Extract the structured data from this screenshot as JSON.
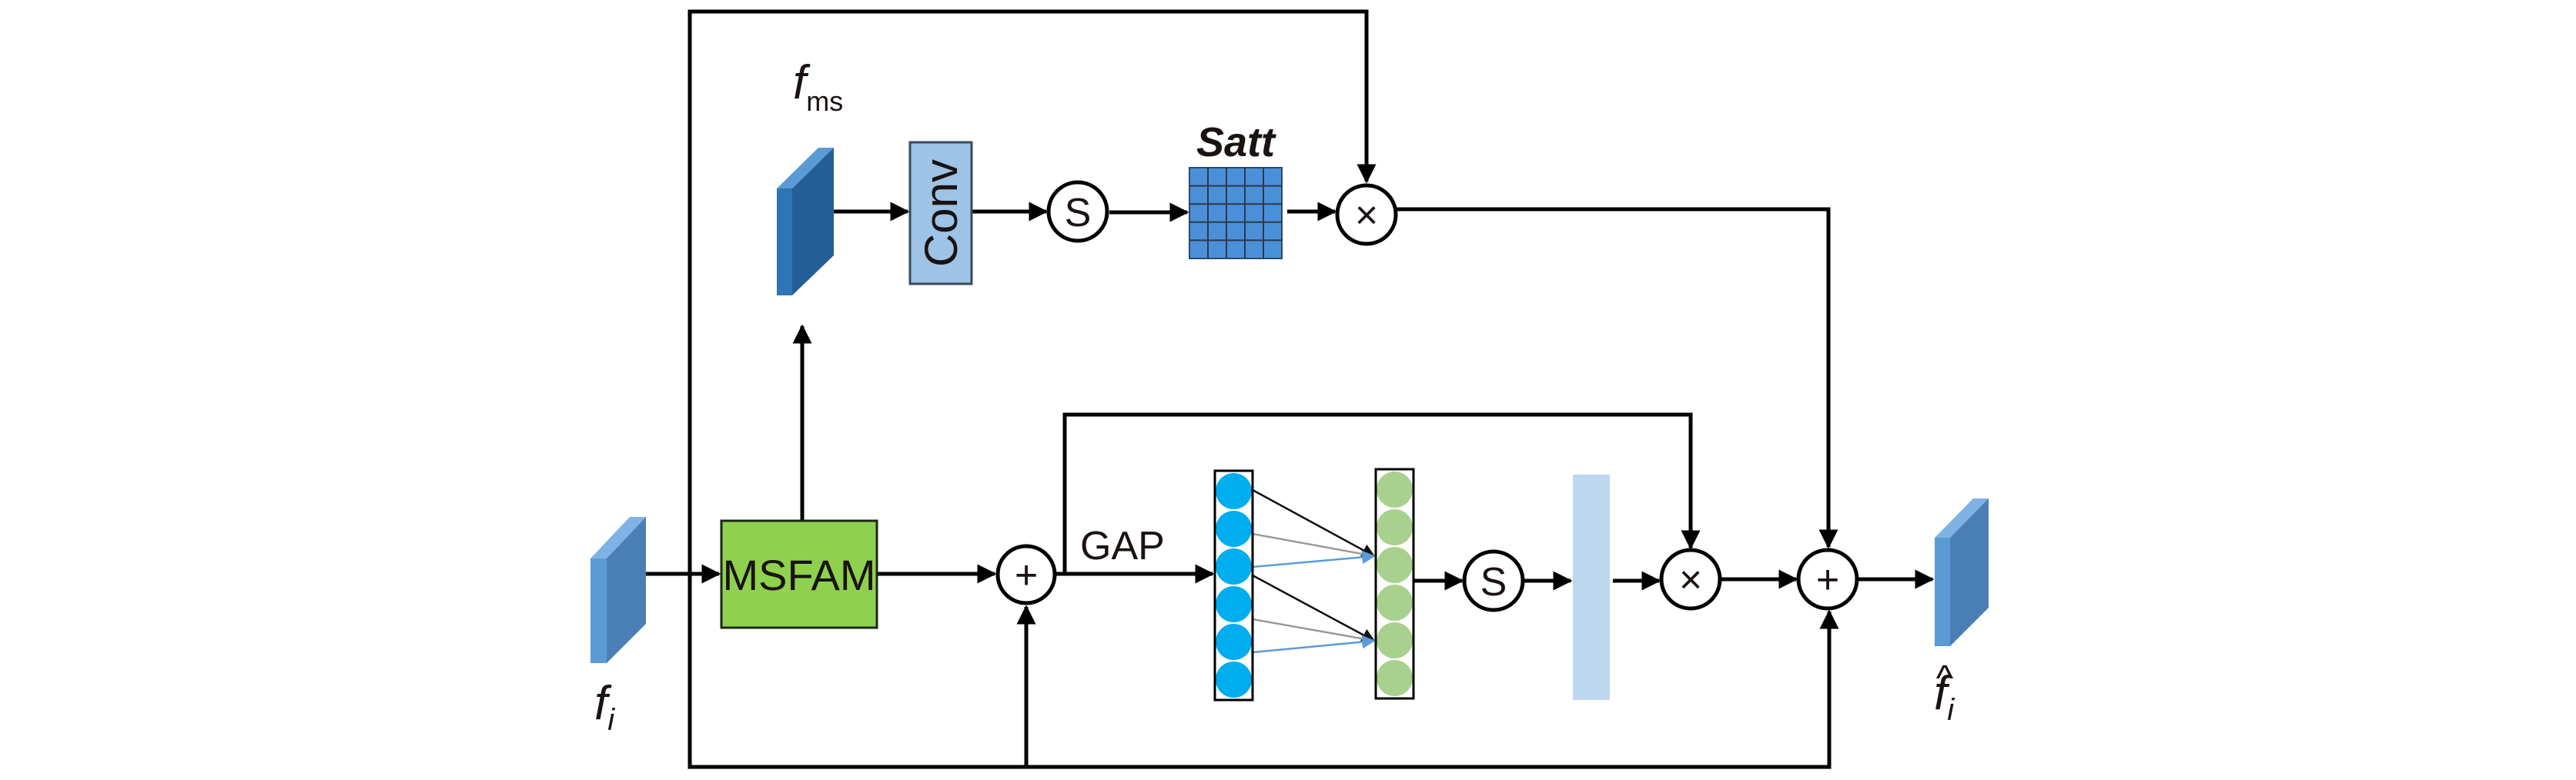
{
  "diagram": {
    "title": "",
    "labels": {
      "input_feature": "f",
      "input_feature_sub": "i",
      "ms_feature": "f",
      "ms_feature_sub": "ms",
      "output_feature": "f",
      "output_feature_sub": "i",
      "output_feature_hat": "^",
      "spatial_attention": "Satt",
      "gap": "GAP"
    },
    "blocks": {
      "msfam": "MSFAM",
      "conv": "Conv"
    },
    "operators": {
      "sigmoid_top": "S",
      "sigmoid_bottom": "S",
      "multiply_top": "×",
      "multiply_bottom": "×",
      "add_mid": "+",
      "add_final": "+"
    },
    "fc_layers": {
      "input_nodes": 6,
      "output_nodes": 6
    },
    "satt_grid": {
      "rows": 5,
      "cols": 5
    },
    "colors": {
      "feature_front": "#5b9bd5",
      "feature_side": "#4a7fb5",
      "ms_feature_side": "#255e96",
      "ms_feature_front": "#2e75b6",
      "msfam_fill": "#8fd14f",
      "conv_fill": "#9dc3e6",
      "satt_fill": "#4a90d9",
      "blue_nodes": "#00aeef",
      "green_nodes": "#a9d18e",
      "channel_bar": "#bdd7ee"
    }
  }
}
